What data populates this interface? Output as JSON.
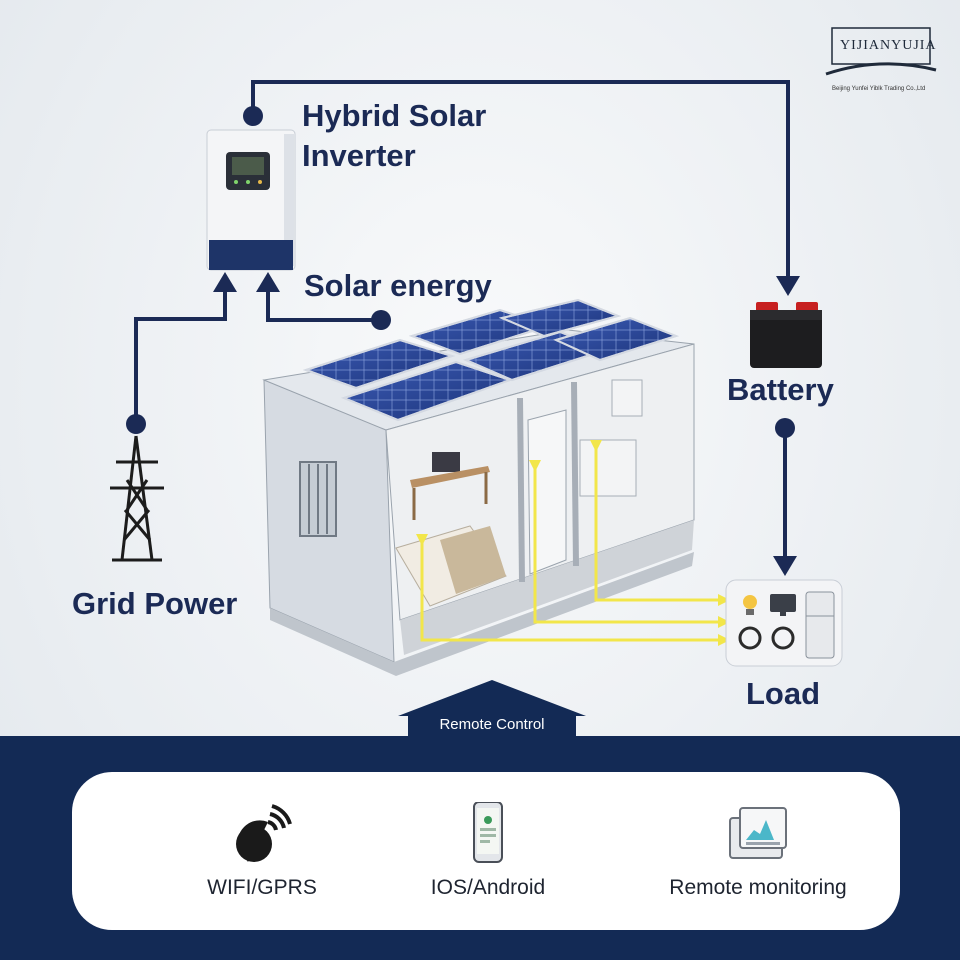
{
  "logo": {
    "text": "YIJIANYUJIA",
    "subtitle": "Beijing Yunfei Yiblk Trading Co.,Ltd"
  },
  "labels": {
    "inverter": "Hybrid Solar\nInverter",
    "solar": "Solar energy",
    "battery": "Battery",
    "grid": "Grid Power",
    "load": "Load"
  },
  "remote": {
    "label": "Remote Control"
  },
  "features": [
    {
      "label": "WIFI/GPRS",
      "icon": "wifi-satellite-icon"
    },
    {
      "label": "IOS/Android",
      "icon": "smartphone-icon"
    },
    {
      "label": "Remote monitoring",
      "icon": "monitoring-dashboard-icon"
    }
  ],
  "colors": {
    "navy": "#132a55",
    "line": "#1b2a55",
    "power_line": "#f2e64a",
    "panel_blue": "#243f8f",
    "background": "#eef1f4"
  }
}
